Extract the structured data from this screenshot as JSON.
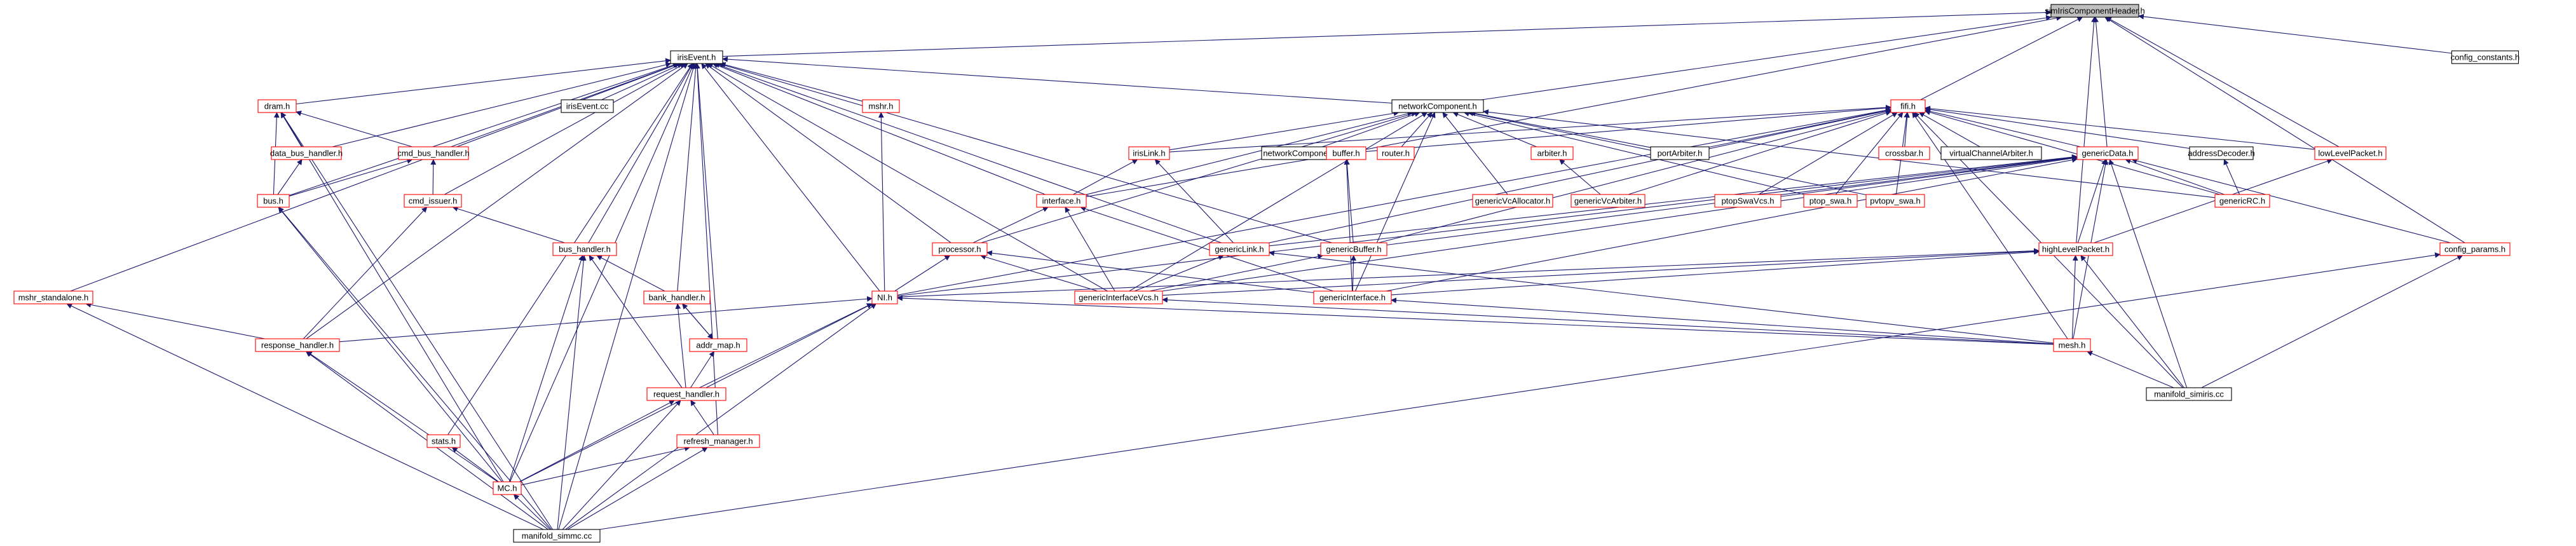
{
  "graph": {
    "edge_color": "#191970",
    "node_border_colors": {
      "documented": "#ff0000",
      "undocumented": "#000000"
    },
    "root_fill": "#bfbfbf",
    "nodes": [
      {
        "id": "simIrisComponentHeader",
        "label": "simIrisComponentHeader.h",
        "style": "root"
      },
      {
        "id": "irisEvent",
        "label": "irisEvent.h",
        "style": "black"
      },
      {
        "id": "config_constants",
        "label": "config_constants.h",
        "style": "black"
      },
      {
        "id": "dram",
        "label": "dram.h",
        "style": "red"
      },
      {
        "id": "irisEvent_cc",
        "label": "irisEvent.cc",
        "style": "black"
      },
      {
        "id": "mshr",
        "label": "mshr.h",
        "style": "red"
      },
      {
        "id": "networkComponent",
        "label": "networkComponent.h",
        "style": "black"
      },
      {
        "id": "fifi",
        "label": "fifi.h",
        "style": "red"
      },
      {
        "id": "data_bus_handler",
        "label": "data_bus_handler.h",
        "style": "red"
      },
      {
        "id": "cmd_bus_handler",
        "label": "cmd_bus_handler.h",
        "style": "red"
      },
      {
        "id": "irisLink",
        "label": "irisLink.h",
        "style": "red"
      },
      {
        "id": "networkComponent_cc",
        "label": "networkComponent.cc",
        "style": "black"
      },
      {
        "id": "buffer",
        "label": "buffer.h",
        "style": "red"
      },
      {
        "id": "router",
        "label": "router.h",
        "style": "red"
      },
      {
        "id": "arbiter",
        "label": "arbiter.h",
        "style": "red"
      },
      {
        "id": "portArbiter",
        "label": "portArbiter.h",
        "style": "black"
      },
      {
        "id": "crossbar",
        "label": "crossbar.h",
        "style": "red"
      },
      {
        "id": "virtualChannelArbiter",
        "label": "virtualChannelArbiter.h",
        "style": "black"
      },
      {
        "id": "genericData",
        "label": "genericData.h",
        "style": "red"
      },
      {
        "id": "addressDecoder",
        "label": "addressDecoder.h",
        "style": "black"
      },
      {
        "id": "lowLevelPacket",
        "label": "lowLevelPacket.h",
        "style": "red"
      },
      {
        "id": "bus",
        "label": "bus.h",
        "style": "red"
      },
      {
        "id": "cmd_issuer",
        "label": "cmd_issuer.h",
        "style": "red"
      },
      {
        "id": "interface",
        "label": "interface.h",
        "style": "red"
      },
      {
        "id": "genericVcAllocator",
        "label": "genericVcAllocator.h",
        "style": "red"
      },
      {
        "id": "genericVcArbiter",
        "label": "genericVcArbiter.h",
        "style": "red"
      },
      {
        "id": "ptopSwaVcs",
        "label": "ptopSwaVcs.h",
        "style": "red"
      },
      {
        "id": "ptop_swa",
        "label": "ptop_swa.h",
        "style": "red"
      },
      {
        "id": "pvtopv_swa",
        "label": "pvtopv_swa.h",
        "style": "red"
      },
      {
        "id": "genericRC",
        "label": "genericRC.h",
        "style": "red"
      },
      {
        "id": "bus_handler",
        "label": "bus_handler.h",
        "style": "red"
      },
      {
        "id": "processor",
        "label": "processor.h",
        "style": "red"
      },
      {
        "id": "genericLink",
        "label": "genericLink.h",
        "style": "red"
      },
      {
        "id": "genericBuffer",
        "label": "genericBuffer.h",
        "style": "red"
      },
      {
        "id": "highLevelPacket",
        "label": "highLevelPacket.h",
        "style": "red"
      },
      {
        "id": "config_params",
        "label": "config_params.h",
        "style": "red"
      },
      {
        "id": "mshr_standalone",
        "label": "mshr_standalone.h",
        "style": "red"
      },
      {
        "id": "bank_handler",
        "label": "bank_handler.h",
        "style": "red"
      },
      {
        "id": "NI",
        "label": "NI.h",
        "style": "red"
      },
      {
        "id": "genericInterfaceVcs",
        "label": "genericInterfaceVcs.h",
        "style": "red"
      },
      {
        "id": "genericInterface",
        "label": "genericInterface.h",
        "style": "red"
      },
      {
        "id": "response_handler",
        "label": "response_handler.h",
        "style": "red"
      },
      {
        "id": "addr_map",
        "label": "addr_map.h",
        "style": "red"
      },
      {
        "id": "mesh",
        "label": "mesh.h",
        "style": "red"
      },
      {
        "id": "request_handler",
        "label": "request_handler.h",
        "style": "red"
      },
      {
        "id": "manifold_simiris",
        "label": "manifold_simiris.cc",
        "style": "black"
      },
      {
        "id": "stats",
        "label": "stats.h",
        "style": "red"
      },
      {
        "id": "refresh_manager",
        "label": "refresh_manager.h",
        "style": "red"
      },
      {
        "id": "MC",
        "label": "MC.h",
        "style": "red"
      },
      {
        "id": "manifold_simmc",
        "label": "manifold_simmc.cc",
        "style": "black"
      }
    ],
    "edges": [
      [
        "simIrisComponentHeader",
        "irisEvent"
      ],
      [
        "simIrisComponentHeader",
        "config_constants"
      ],
      [
        "simIrisComponentHeader",
        "networkComponent"
      ],
      [
        "simIrisComponentHeader",
        "fifi"
      ],
      [
        "simIrisComponentHeader",
        "buffer"
      ],
      [
        "simIrisComponentHeader",
        "genericData"
      ],
      [
        "simIrisComponentHeader",
        "lowLevelPacket"
      ],
      [
        "simIrisComponentHeader",
        "config_params"
      ],
      [
        "simIrisComponentHeader",
        "highLevelPacket"
      ],
      [
        "irisEvent",
        "irisEvent_cc"
      ],
      [
        "irisEvent",
        "dram"
      ],
      [
        "irisEvent",
        "mshr"
      ],
      [
        "irisEvent",
        "networkComponent"
      ],
      [
        "irisEvent",
        "data_bus_handler"
      ],
      [
        "irisEvent",
        "cmd_bus_handler"
      ],
      [
        "irisEvent",
        "bus"
      ],
      [
        "irisEvent",
        "cmd_issuer"
      ],
      [
        "irisEvent",
        "bus_handler"
      ],
      [
        "irisEvent",
        "bank_handler"
      ],
      [
        "irisEvent",
        "processor"
      ],
      [
        "irisEvent",
        "interface"
      ],
      [
        "irisEvent",
        "genericLink"
      ],
      [
        "irisEvent",
        "genericBuffer"
      ],
      [
        "irisEvent",
        "NI"
      ],
      [
        "irisEvent",
        "genericInterfaceVcs"
      ],
      [
        "irisEvent",
        "response_handler"
      ],
      [
        "irisEvent",
        "addr_map"
      ],
      [
        "irisEvent",
        "stats"
      ],
      [
        "irisEvent",
        "refresh_manager"
      ],
      [
        "irisEvent",
        "MC"
      ],
      [
        "irisEvent",
        "mshr_standalone"
      ],
      [
        "irisEvent",
        "manifold_simmc"
      ],
      [
        "dram",
        "data_bus_handler"
      ],
      [
        "dram",
        "cmd_bus_handler"
      ],
      [
        "dram",
        "bus"
      ],
      [
        "dram",
        "MC"
      ],
      [
        "dram",
        "manifold_simmc"
      ],
      [
        "data_bus_handler",
        "bus"
      ],
      [
        "cmd_bus_handler",
        "cmd_issuer"
      ],
      [
        "cmd_bus_handler",
        "bus"
      ],
      [
        "cmd_issuer",
        "bus_handler"
      ],
      [
        "cmd_issuer",
        "response_handler"
      ],
      [
        "bus",
        "MC"
      ],
      [
        "bus",
        "manifold_simmc"
      ],
      [
        "bus_handler",
        "bank_handler"
      ],
      [
        "bus_handler",
        "request_handler"
      ],
      [
        "bus_handler",
        "MC"
      ],
      [
        "bus_handler",
        "manifold_simmc"
      ],
      [
        "bank_handler",
        "addr_map"
      ],
      [
        "bank_handler",
        "request_handler"
      ],
      [
        "addr_map",
        "bank_handler"
      ],
      [
        "addr_map",
        "request_handler"
      ],
      [
        "request_handler",
        "refresh_manager"
      ],
      [
        "request_handler",
        "MC"
      ],
      [
        "request_handler",
        "manifold_simmc"
      ],
      [
        "refresh_manager",
        "MC"
      ],
      [
        "refresh_manager",
        "manifold_simmc"
      ],
      [
        "stats",
        "MC"
      ],
      [
        "MC",
        "manifold_simmc"
      ],
      [
        "response_handler",
        "MC"
      ],
      [
        "response_handler",
        "manifold_simmc"
      ],
      [
        "mshr_standalone",
        "response_handler"
      ],
      [
        "mshr_standalone",
        "manifold_simmc"
      ],
      [
        "mshr",
        "NI"
      ],
      [
        "NI",
        "response_handler"
      ],
      [
        "NI",
        "request_handler"
      ],
      [
        "NI",
        "MC"
      ],
      [
        "NI",
        "manifold_simmc"
      ],
      [
        "NI",
        "mesh"
      ],
      [
        "networkComponent",
        "networkComponent_cc"
      ],
      [
        "networkComponent",
        "irisLink"
      ],
      [
        "networkComponent",
        "router"
      ],
      [
        "networkComponent",
        "arbiter"
      ],
      [
        "networkComponent",
        "portArbiter"
      ],
      [
        "networkComponent",
        "processor"
      ],
      [
        "networkComponent",
        "interface"
      ],
      [
        "networkComponent",
        "genericInterfaceVcs"
      ],
      [
        "networkComponent",
        "genericInterface"
      ],
      [
        "networkComponent",
        "genericVcAllocator"
      ],
      [
        "networkComponent",
        "genericRC"
      ],
      [
        "networkComponent",
        "ptop_swa"
      ],
      [
        "networkComponent",
        "pvtopv_swa"
      ],
      [
        "fifi",
        "buffer"
      ],
      [
        "fifi",
        "irisLink"
      ],
      [
        "fifi",
        "portArbiter"
      ],
      [
        "fifi",
        "crossbar"
      ],
      [
        "fifi",
        "virtualChannelArbiter"
      ],
      [
        "fifi",
        "genericData"
      ],
      [
        "fifi",
        "addressDecoder"
      ],
      [
        "fifi",
        "lowLevelPacket"
      ],
      [
        "fifi",
        "genericRC"
      ],
      [
        "fifi",
        "genericVcArbiter"
      ],
      [
        "fifi",
        "ptopSwaVcs"
      ],
      [
        "fifi",
        "ptop_swa"
      ],
      [
        "fifi",
        "pvtopv_swa"
      ],
      [
        "fifi",
        "genericLink"
      ],
      [
        "fifi",
        "genericBuffer"
      ],
      [
        "fifi",
        "mesh"
      ],
      [
        "fifi",
        "manifold_simiris"
      ],
      [
        "fifi",
        "NI"
      ],
      [
        "irisLink",
        "interface"
      ],
      [
        "irisLink",
        "genericLink"
      ],
      [
        "buffer",
        "interface"
      ],
      [
        "buffer",
        "genericBuffer"
      ],
      [
        "buffer",
        "genericInterface"
      ],
      [
        "arbiter",
        "genericVcArbiter"
      ],
      [
        "genericData",
        "genericRC"
      ],
      [
        "genericData",
        "highLevelPacket"
      ],
      [
        "genericData",
        "ptopSwaVcs"
      ],
      [
        "genericData",
        "genericLink"
      ],
      [
        "genericData",
        "genericBuffer"
      ],
      [
        "genericData",
        "genericInterface"
      ],
      [
        "genericData",
        "genericInterfaceVcs"
      ],
      [
        "genericData",
        "mesh"
      ],
      [
        "genericData",
        "manifold_simiris"
      ],
      [
        "genericData",
        "config_params"
      ],
      [
        "genericData",
        "NI"
      ],
      [
        "addressDecoder",
        "genericRC"
      ],
      [
        "lowLevelPacket",
        "highLevelPacket"
      ],
      [
        "interface",
        "processor"
      ],
      [
        "interface",
        "genericInterfaceVcs"
      ],
      [
        "interface",
        "genericInterface"
      ],
      [
        "processor",
        "NI"
      ],
      [
        "processor",
        "genericInterface"
      ],
      [
        "processor",
        "genericInterfaceVcs"
      ],
      [
        "genericLink",
        "genericInterfaceVcs"
      ],
      [
        "genericLink",
        "mesh"
      ],
      [
        "genericBuffer",
        "genericInterfaceVcs"
      ],
      [
        "genericBuffer",
        "genericInterface"
      ],
      [
        "highLevelPacket",
        "genericInterfaceVcs"
      ],
      [
        "highLevelPacket",
        "genericInterface"
      ],
      [
        "highLevelPacket",
        "mesh"
      ],
      [
        "highLevelPacket",
        "NI"
      ],
      [
        "highLevelPacket",
        "manifold_simiris"
      ],
      [
        "genericInterfaceVcs",
        "mesh"
      ],
      [
        "genericInterface",
        "mesh"
      ],
      [
        "mesh",
        "manifold_simiris"
      ],
      [
        "config_params",
        "manifold_simiris"
      ],
      [
        "config_params",
        "manifold_simmc"
      ]
    ]
  }
}
